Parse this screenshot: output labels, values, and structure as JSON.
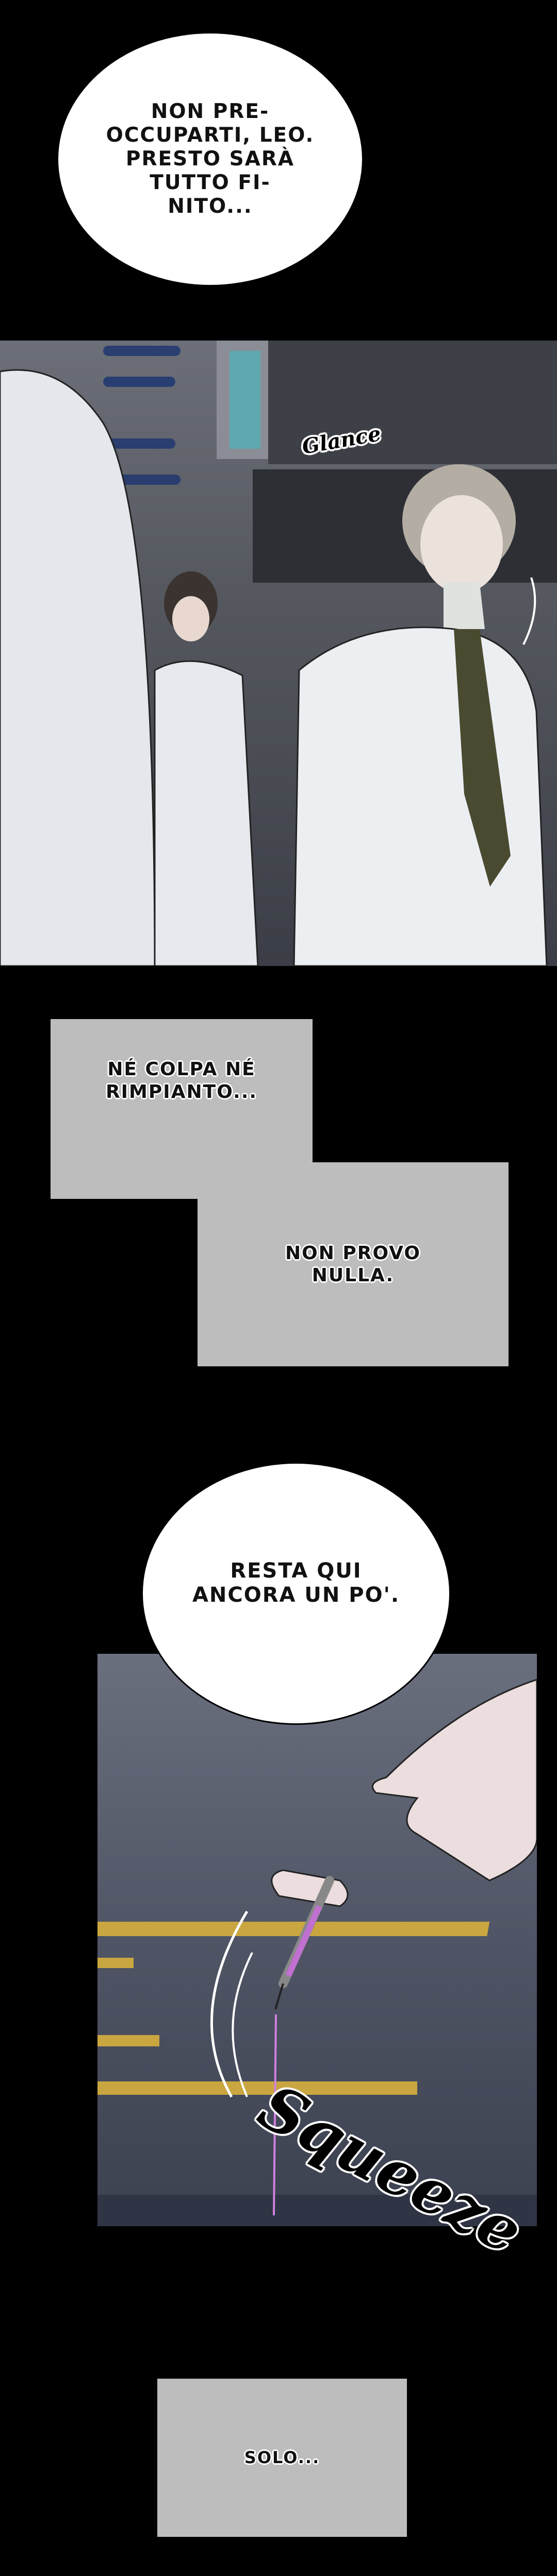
{
  "bubbles": [
    {
      "text": "NON PRE-\nOCCUPARTI, LEO.\nPRESTO SARÀ\nTUTTO FI-\nNITO..."
    },
    {
      "text": "RESTA QUI\nANCORA UN PO'."
    }
  ],
  "captions": [
    {
      "text": "NÉ COLPA NÉ\nRIMPIANTO..."
    },
    {
      "text": "NON PROVO\nNULLA."
    },
    {
      "text": "SOLO..."
    }
  ],
  "sfx": {
    "glance": "Glance",
    "squeeze": "Squeeze"
  },
  "colors": {
    "background": "#000000",
    "caption_box": "#bdbdbd",
    "lab_wall": "#5b5e68",
    "coat": "#e9ecef",
    "floor": "#4a4f5e",
    "hazard_stripe": "#c9a640",
    "syringe_liquid": "#c070d0"
  }
}
